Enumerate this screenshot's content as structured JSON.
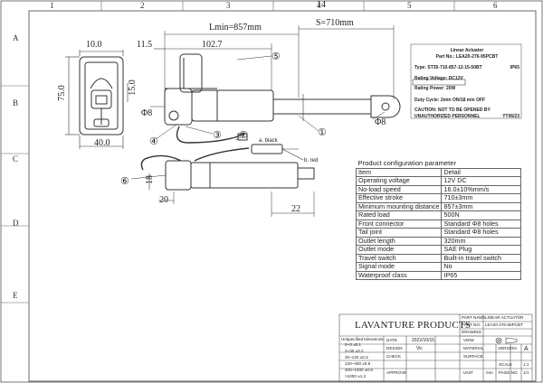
{
  "zones": {
    "top": [
      "1",
      "2",
      "3",
      "4",
      "5",
      "6"
    ],
    "left": [
      "A",
      "B",
      "C",
      "D",
      "E"
    ]
  },
  "dimensions": {
    "lmin": "Lmin=857mm",
    "stroke": "S=710mm",
    "d10": "10.0",
    "d11": "11.5",
    "d102": "102.7",
    "d14": "14",
    "d75": "75.0",
    "d15": "15.0",
    "d40": "40.0",
    "phi_front": "Φ8",
    "phi_rear": "Φ8",
    "d18": "18",
    "d20": "20",
    "d22": "22"
  },
  "callouts": [
    "①",
    "②",
    "③",
    "④",
    "⑤",
    "⑥"
  ],
  "wires": {
    "black": "a. black",
    "red": "b. red"
  },
  "label_card": {
    "title": "Linear Actuator",
    "part": "Part No.: LEA20-276-95PCBT",
    "type": "Type: ST35-710-857-12-15-50BT",
    "ip": "IP65",
    "voltage": "Rating Voltage: DC12V",
    "power": "Rating Power: 20W",
    "duty": "Duty Cycle: 2min ON/18 min OFF",
    "caution1": "CAUTION: NOT TO BE OPENED BY",
    "caution2": "UNAUTHORIZED PERSONNEL",
    "date_code": "YT06/23"
  },
  "config": {
    "title": "Product configuration parameter",
    "rows": [
      [
        "Item",
        "Detail"
      ],
      [
        "Operating voltage",
        "12V DC"
      ],
      [
        "No-load speed",
        "16.0±10%mm/s"
      ],
      [
        "Effective stroke",
        "710±3mm"
      ],
      [
        "Minimum mounting distance",
        "857±3mm"
      ],
      [
        "Rated load",
        "500N"
      ],
      [
        "Front connector",
        "Standard Φ8 holes"
      ],
      [
        "Tail joint",
        "Standard Φ8 holes"
      ],
      [
        "Outlet length",
        "320mm"
      ],
      [
        "Outlet mode",
        "SAE Plug"
      ],
      [
        "Travel switch",
        "Built-in travel switch"
      ],
      [
        "Signal mode",
        "No"
      ],
      [
        "Waterproof class",
        "IP65"
      ]
    ]
  },
  "title_block": {
    "company": "LAVANTURE PRODUCTS",
    "part_name_label": "PART NAME",
    "part_name": "LINEAR ACTUATOR",
    "part_no_label": "PART NO.",
    "part_no": "LEA20-276-95PCBT",
    "drawing_label": "DRAWING",
    "view_label": "VIEW",
    "material_label": "MATERIAL",
    "surface_label": "SURFACE",
    "unit_label": "UNIT",
    "unit": "mm",
    "page_label": "PAGE NO.",
    "page": "1/1",
    "version_label": "VERSION",
    "version": "A",
    "scale_label": "SCALE",
    "scale": "1:1",
    "tol_title": "Unspecified tolerances",
    "tolerances": [
      "0~3   ±0.1",
      "3~30   ±0.2",
      "30~120  ±0.3",
      "120~400  ±0.5",
      "400~1000  ±0.8",
      ">1000  ±1.2"
    ],
    "date_label": "DATE",
    "date": "2022/10/15",
    "design_label": "DESIGN",
    "designer": "Vic",
    "check_label": "CHECK",
    "approve_label": "APPROVE"
  }
}
